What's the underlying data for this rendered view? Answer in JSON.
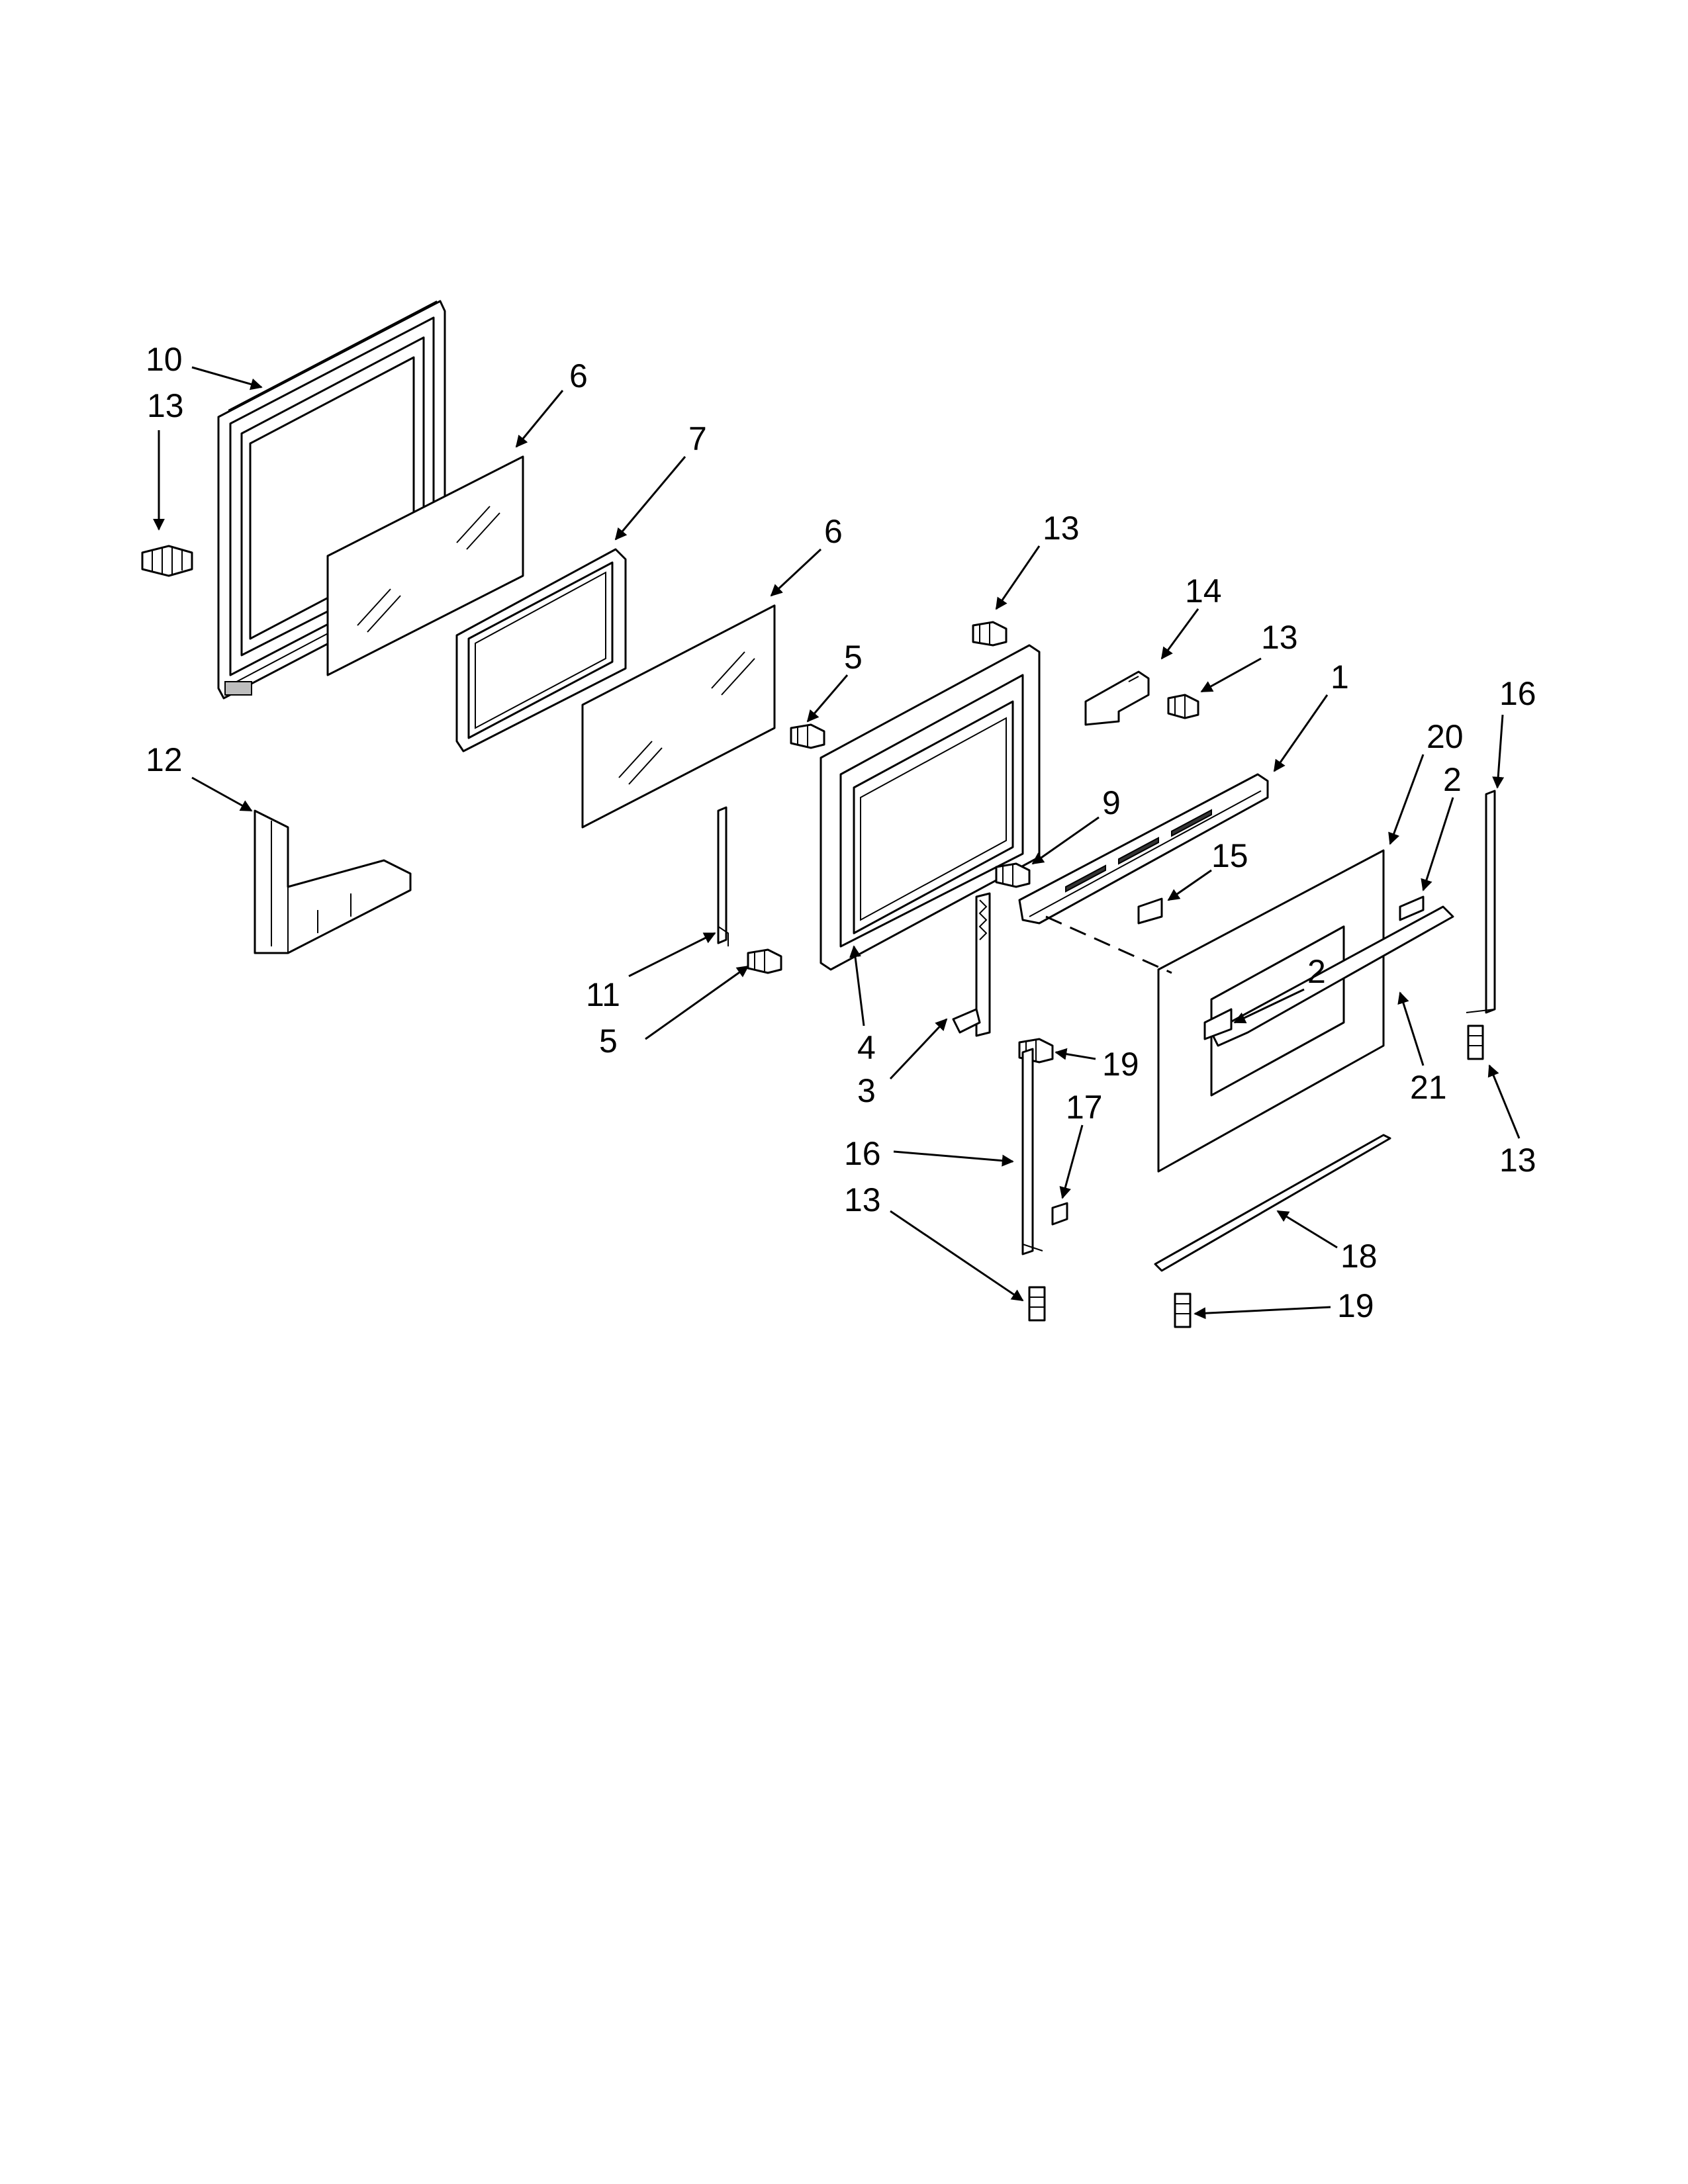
{
  "diagram": {
    "callouts": {
      "c10": "10",
      "c13a": "13",
      "c6a": "6",
      "c7": "7",
      "c6b": "6",
      "c13b": "13",
      "c14": "14",
      "c13c": "13",
      "c1": "1",
      "c16a": "16",
      "c20": "20",
      "c2a": "2",
      "c5a": "5",
      "c12": "12",
      "c9": "9",
      "c15": "15",
      "c2b": "2",
      "c11": "11",
      "c5b": "5",
      "c4": "4",
      "c3": "3",
      "c19a": "19",
      "c21": "21",
      "c13d": "13",
      "c17": "17",
      "c16b": "16",
      "c13e": "13",
      "c18": "18",
      "c19b": "19"
    }
  }
}
